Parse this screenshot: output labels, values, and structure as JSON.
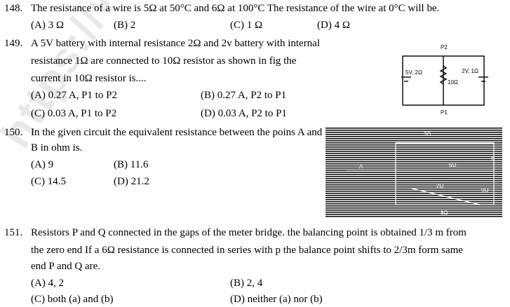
{
  "q148": {
    "number": "148.",
    "text": "The resistance of a wire is 5Ω at 50°C and 6Ω at 100°C The resistance of the wire at 0°C will be.",
    "options": [
      "(A) 3 Ω",
      "(B) 2",
      "(C) 1 Ω",
      "(D) 4 Ω"
    ]
  },
  "q149": {
    "number": "149.",
    "line1": "A 5V battery with internal resistance 2Ω and 2v battery with internal",
    "line2": "resistance 1Ω are connected to 10Ω resistor as shown in fig the",
    "line3": "current in 10Ω resistor is....",
    "options": [
      "(A) 0.27 A, P1 to P2",
      "(B) 0.27 A, P2 to P1",
      "(C) 0.03 A, P1 to P2",
      "(D) 0.03 A, P2 to P1"
    ],
    "figure": {
      "p2": "P2",
      "p1": "P1",
      "batt1": "5V, 2Ω",
      "batt2": "2V, 1Ω",
      "resistor": "10Ω"
    }
  },
  "q150": {
    "number": "150.",
    "line1": "In the given circuit the equivalent resistance between the poins A and",
    "line2": "B in ohm is.",
    "options": [
      "(A) 9",
      "(B) 11.6",
      "(C) 14.5",
      "(D) 21.2"
    ],
    "figure": {
      "labels": [
        "3Ω",
        "6Ω",
        "A",
        "9Ω",
        "2Ω",
        "B",
        "8Ω"
      ]
    }
  },
  "q151": {
    "number": "151.",
    "line1": "Resistors P and Q connected in the gaps of the meter bridge. the balancing point is obtained 1/3 m from",
    "line2": "the zero end If a 6Ω resistance is connected in series with p the balance point shifts to 2/3m form same",
    "line3": "end P and Q are.",
    "options": [
      "(A) 4, 2",
      "(B) 2, 4",
      "(C) both (a) and (b)",
      "(D) neither (a) nor (b)"
    ]
  },
  "watermark": "https://www."
}
